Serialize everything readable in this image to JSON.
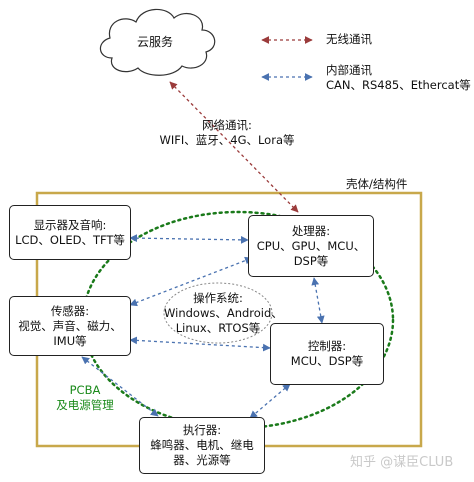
{
  "cloud": {
    "label": "云服务"
  },
  "legend": {
    "wireless_label": "无线通讯",
    "internal_label": "内部通讯",
    "internal_protocols": "CAN、RS485、Ethercat等",
    "wireless_color": "#9b3b3b",
    "internal_color": "#4a72b0"
  },
  "network": {
    "line1": "网络通讯:",
    "line2": "WIFI、蓝牙、4G、Lora等"
  },
  "enclosure": {
    "label": "壳体/结构件",
    "border_color": "#c8a84b"
  },
  "display": {
    "line1": "显示器及音响:",
    "line2": "LCD、OLED、TFT等"
  },
  "processor": {
    "line1": "处理器:",
    "line2": "CPU、GPU、MCU、",
    "line3": "DSP等"
  },
  "sensor": {
    "line1": "传感器:",
    "line2": "视觉、声音、磁力、",
    "line3": "IMU等"
  },
  "os": {
    "line1": "操作系统:",
    "line2": "Windows、Android、",
    "line3": "Linux、RTOS等"
  },
  "controller": {
    "line1": "控制器:",
    "line2": "MCU、DSP等"
  },
  "pcba": {
    "line1": "PCBA",
    "line2": "及电源管理",
    "color": "#1a8a1a"
  },
  "actuator": {
    "line1": "执行器:",
    "line2": "蜂鸣器、电机、继电",
    "line3": "器、光源等"
  },
  "watermark": {
    "text": "知乎 @谋臣CLUB"
  }
}
